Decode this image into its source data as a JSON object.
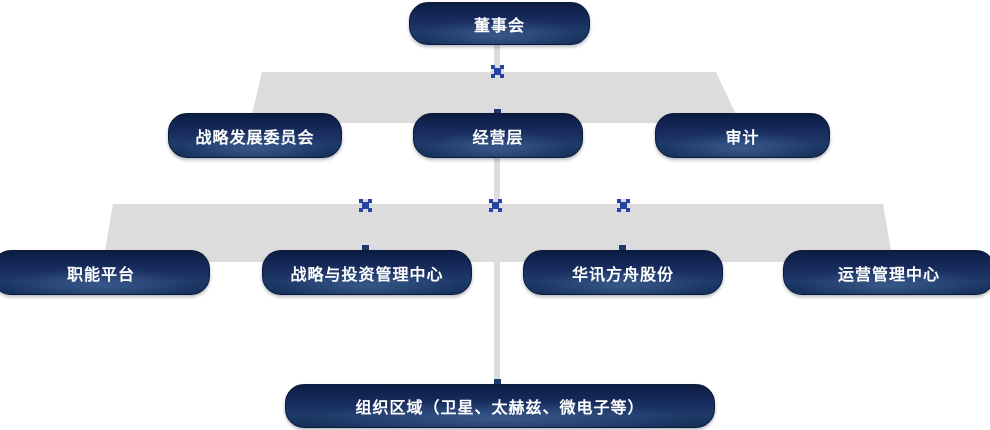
{
  "nodes": {
    "board": {
      "label": "董事会"
    },
    "strategy_committee": {
      "label": "战略发展委员会"
    },
    "management": {
      "label": "经营层"
    },
    "audit": {
      "label": "审计"
    },
    "functional_platform": {
      "label": "职能平台"
    },
    "strategy_investment_center": {
      "label": "战略与投资管理中心"
    },
    "huaxun_fangzhou": {
      "label": "华讯方舟股份"
    },
    "operations_center": {
      "label": "运营管理中心"
    },
    "org_regions": {
      "label": "组织区域（卫星、太赫兹、微电子等）"
    }
  },
  "edges": [
    {
      "from": "董事会",
      "to": "战略发展委员会"
    },
    {
      "from": "董事会",
      "to": "经营层"
    },
    {
      "from": "董事会",
      "to": "审计"
    },
    {
      "from": "经营层",
      "to": "职能平台"
    },
    {
      "from": "经营层",
      "to": "战略与投资管理中心"
    },
    {
      "from": "经营层",
      "to": "华讯方舟股份"
    },
    {
      "from": "经营层",
      "to": "运营管理中心"
    },
    {
      "from": "经营层",
      "to": "组织区域（卫星、太赫兹、微电子等）"
    }
  ],
  "icons": {
    "connector_cross": "square-cross-node"
  },
  "colors": {
    "node_navy_dark": "#0b1d42",
    "node_navy_mid": "#1e3a6a",
    "band_gray": "#dcdcdc",
    "cross_blue": "#2445a3",
    "node_text": "#ffffff"
  }
}
